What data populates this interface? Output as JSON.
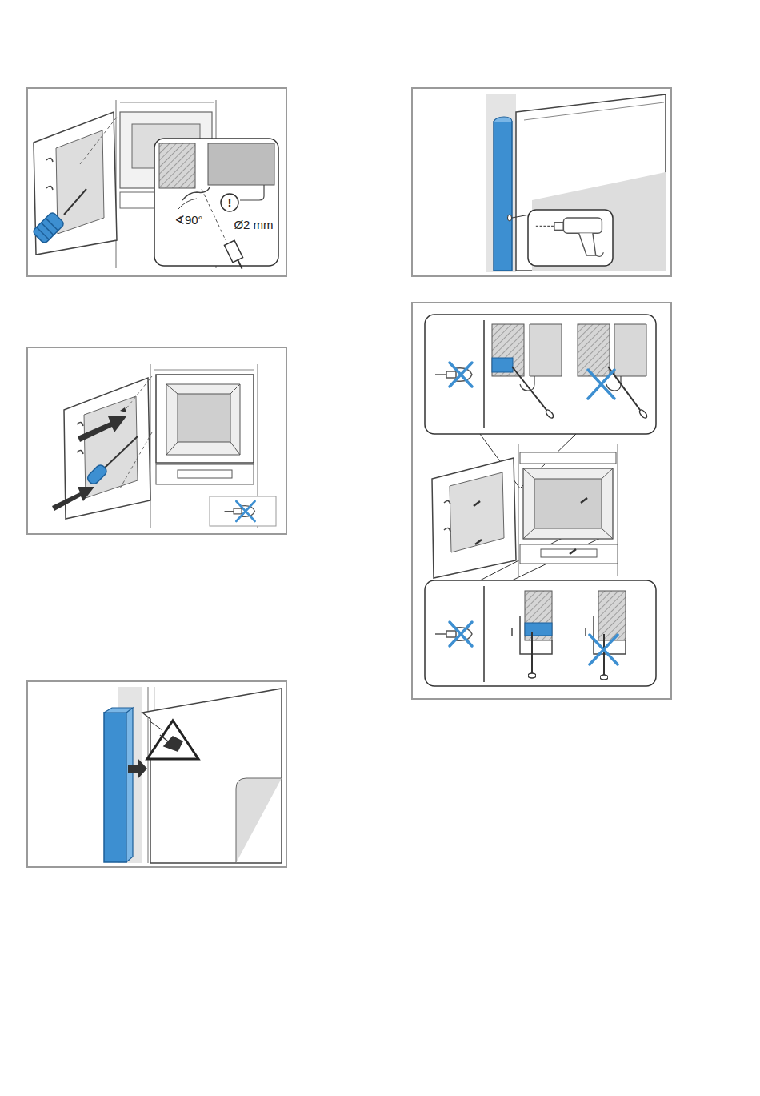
{
  "diagram": {
    "labels": [
      "∢90°",
      "Ø2 mm",
      "!"
    ]
  }
}
